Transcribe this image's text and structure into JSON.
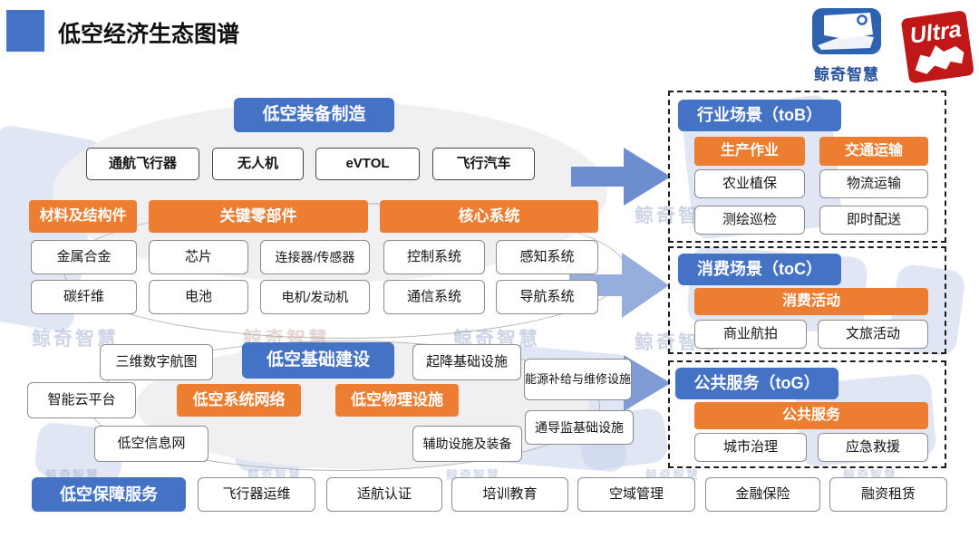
{
  "title": "低空经济生态图谱",
  "brand": {
    "logo_text": "鲸奇智慧",
    "badge_text": "Ultra"
  },
  "watermark": {
    "text": "鲸奇智慧"
  },
  "colors": {
    "blue": "#4472C4",
    "orange": "#ED7D31",
    "arrow_blue": "#7D9AD6",
    "badge_red": "#C01818"
  },
  "diagram": {
    "equipment": {
      "header": "低空装备制造",
      "items": [
        "通航飞行器",
        "无人机",
        "eVTOL",
        "飞行汽车"
      ]
    },
    "components": {
      "groups": [
        {
          "header": "材料及结构件",
          "items": [
            "金属合金",
            "碳纤维"
          ]
        },
        {
          "header": "关键零部件",
          "items": [
            "芯片",
            "连接器/传感器",
            "电池",
            "电机/发动机"
          ]
        },
        {
          "header": "核心系统",
          "items": [
            "控制系统",
            "感知系统",
            "通信系统",
            "导航系统"
          ]
        }
      ]
    },
    "infrastructure": {
      "header": "低空基础建设",
      "sub_headers": [
        "低空系统网络",
        "低空物理设施"
      ],
      "network_items": [
        "三维数字航图",
        "智能云平台",
        "低空信息网"
      ],
      "physical_items": [
        "起降基础设施",
        "能源补给与维修设施",
        "辅助设施及装备",
        "通导监基础设施"
      ]
    },
    "services": {
      "header": "低空保障服务",
      "items": [
        "飞行器运维",
        "适航认证",
        "培训教育",
        "空域管理",
        "金融保险",
        "融资租赁"
      ]
    },
    "scenarios": [
      {
        "header": "行业场景（toB）",
        "sub_headers": [
          "生产作业",
          "交通运输"
        ],
        "items": [
          [
            "农业植保",
            "测绘巡检"
          ],
          [
            "物流运输",
            "即时配送"
          ]
        ]
      },
      {
        "header": "消费场景（toC）",
        "sub_headers": [
          "消费活动"
        ],
        "items": [
          [
            "商业航拍",
            "文旅活动"
          ]
        ]
      },
      {
        "header": "公共服务（toG）",
        "sub_headers": [
          "公共服务"
        ],
        "items": [
          [
            "城市治理",
            "应急救援"
          ]
        ]
      }
    ]
  }
}
